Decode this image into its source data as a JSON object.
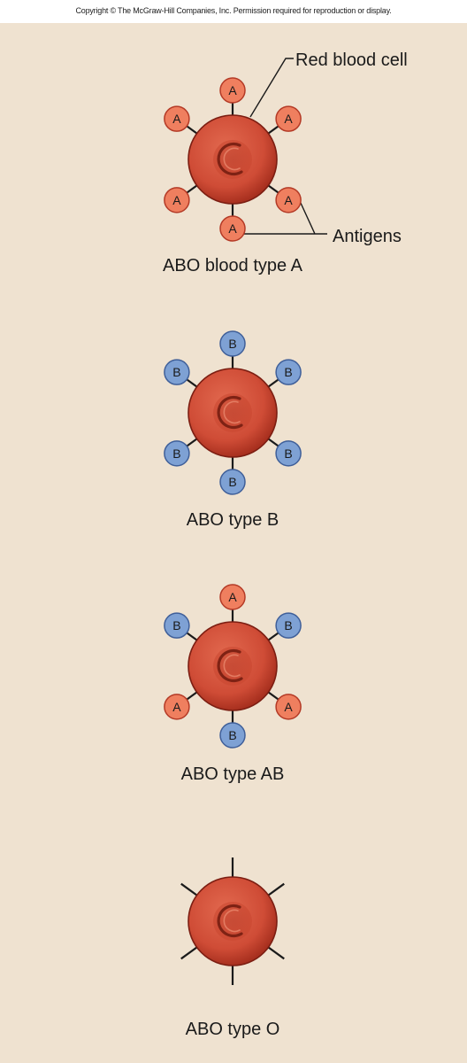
{
  "copyright": "Copyright © The McGraw-Hill Companies, Inc. Permission required for reproduction or display.",
  "colors": {
    "background": "#efe2d0",
    "cell_fill": "#d2513b",
    "cell_edge": "#7c1e12",
    "antigen_a": "#ef7f5f",
    "antigen_a_edge": "#b43a26",
    "antigen_b": "#7ea1d4",
    "antigen_b_edge": "#3f5f99"
  },
  "labels": {
    "red_blood_cell": "Red blood cell",
    "antigens": "Antigens"
  },
  "cells": [
    {
      "caption": "ABO blood type A",
      "antigens": {
        "top": "A",
        "upper_left": "A",
        "upper_right": "A",
        "lower_left": "A",
        "lower_right": "A",
        "bottom": "A"
      }
    },
    {
      "caption": "ABO type B",
      "antigens": {
        "top": "B",
        "upper_left": "B",
        "upper_right": "B",
        "lower_left": "B",
        "lower_right": "B",
        "bottom": "B"
      }
    },
    {
      "caption": "ABO type AB",
      "antigens": {
        "top": "A",
        "upper_left": "B",
        "upper_right": "B",
        "lower_left": "A",
        "lower_right": "A",
        "bottom": "B"
      }
    },
    {
      "caption": "ABO type O",
      "antigens": null
    }
  ]
}
